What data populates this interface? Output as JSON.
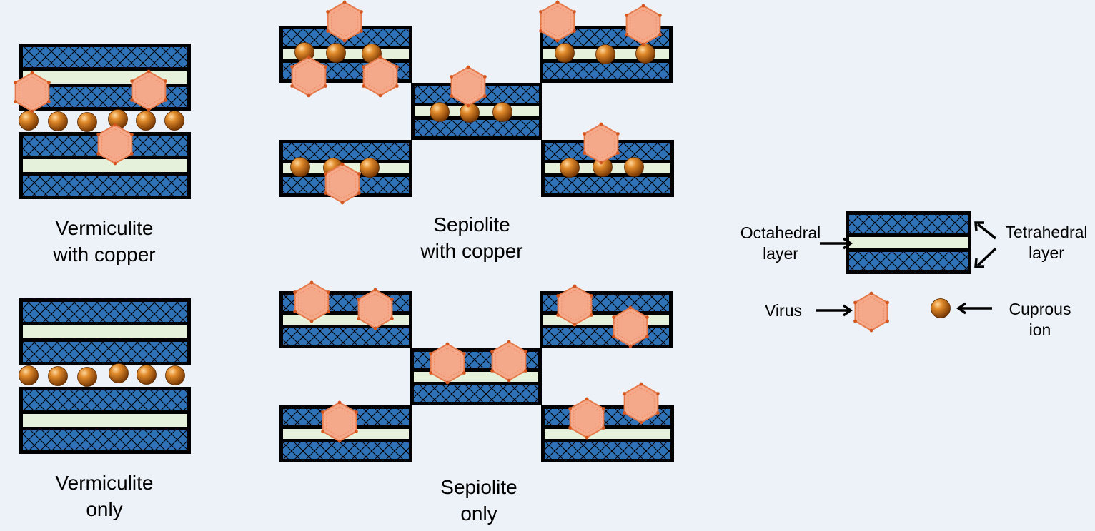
{
  "captions": {
    "vermiculite_copper": [
      "Vermiculite",
      "with copper"
    ],
    "sepiolite_copper": [
      "Sepiolite",
      "with copper"
    ],
    "vermiculite_only": [
      "Vermiculite",
      "only"
    ],
    "sepiolite_only": [
      "Sepiolite",
      "only"
    ]
  },
  "legend": {
    "octahedral": [
      "Octahedral",
      "layer"
    ],
    "tetrahedral": [
      "Tetrahedral",
      "layer"
    ],
    "virus": "Virus",
    "cuprous": [
      "Cuprous",
      "ion"
    ]
  },
  "colors": {
    "background": "#edf2f8",
    "tetrahedral_blue": "#2f72b8",
    "octahedral_green": "#e6f1dc",
    "outline": "#000000",
    "virus_fill": "#f4a98a",
    "virus_stroke": "#e67a4a",
    "copper_ion": "#c8680e"
  }
}
